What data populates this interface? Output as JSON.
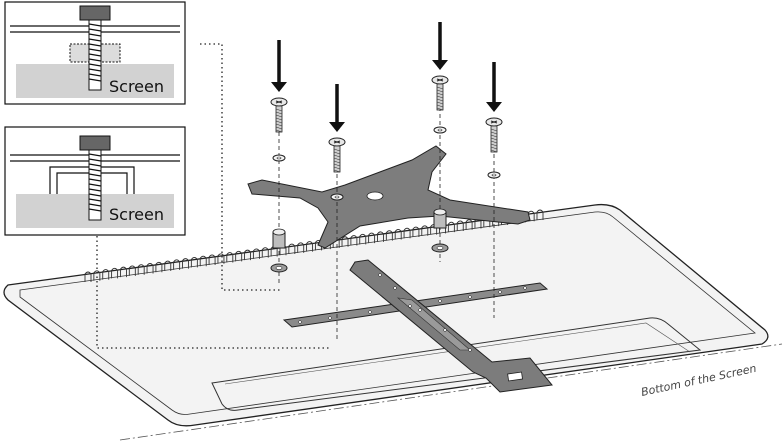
{
  "insets": [
    {
      "label": "Screen"
    },
    {
      "label": "Screen"
    }
  ],
  "bottom_label": "Bottom of the Screen",
  "colors": {
    "line": "#1a1a1a",
    "plate": "#7d7d7d",
    "screen_fill": "#d2d2d2",
    "screen_panel": "#f2f2f2"
  }
}
